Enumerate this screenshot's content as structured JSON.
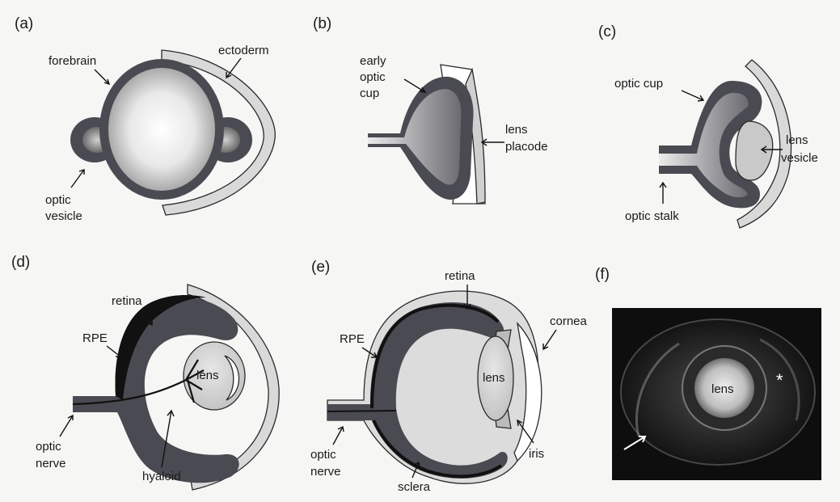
{
  "panels": {
    "a": {
      "letter": "(a)",
      "forebrain": "forebrain",
      "ectoderm": "ectoderm",
      "optic_vesicle_1": "optic",
      "optic_vesicle_2": "vesicle"
    },
    "b": {
      "letter": "(b)",
      "early_1": "early",
      "early_2": "optic",
      "early_3": "cup",
      "lens_placode_1": "lens",
      "lens_placode_2": "placode"
    },
    "c": {
      "letter": "(c)",
      "optic_cup": "optic cup",
      "lens_vesicle_1": "lens",
      "lens_vesicle_2": "vesicle",
      "optic_stalk": "optic stalk"
    },
    "d": {
      "letter": "(d)",
      "retina": "retina",
      "rpe": "RPE",
      "lens": "lens",
      "optic_nerve_1": "optic",
      "optic_nerve_2": "nerve",
      "hyaloid": "hyaloid"
    },
    "e": {
      "letter": "(e)",
      "retina": "retina",
      "rpe": "RPE",
      "cornea": "cornea",
      "lens": "lens",
      "iris": "iris",
      "optic_nerve_1": "optic",
      "optic_nerve_2": "nerve",
      "sclera": "sclera"
    },
    "f": {
      "letter": "(f)",
      "lens": "lens",
      "asterisk": "*"
    }
  },
  "colors": {
    "dark_tissue": "#4a4a52",
    "retina_black": "#1c1c1c",
    "ectoderm_light": "#d8d8d8",
    "micrograph_bg": "#0e0e0e"
  }
}
